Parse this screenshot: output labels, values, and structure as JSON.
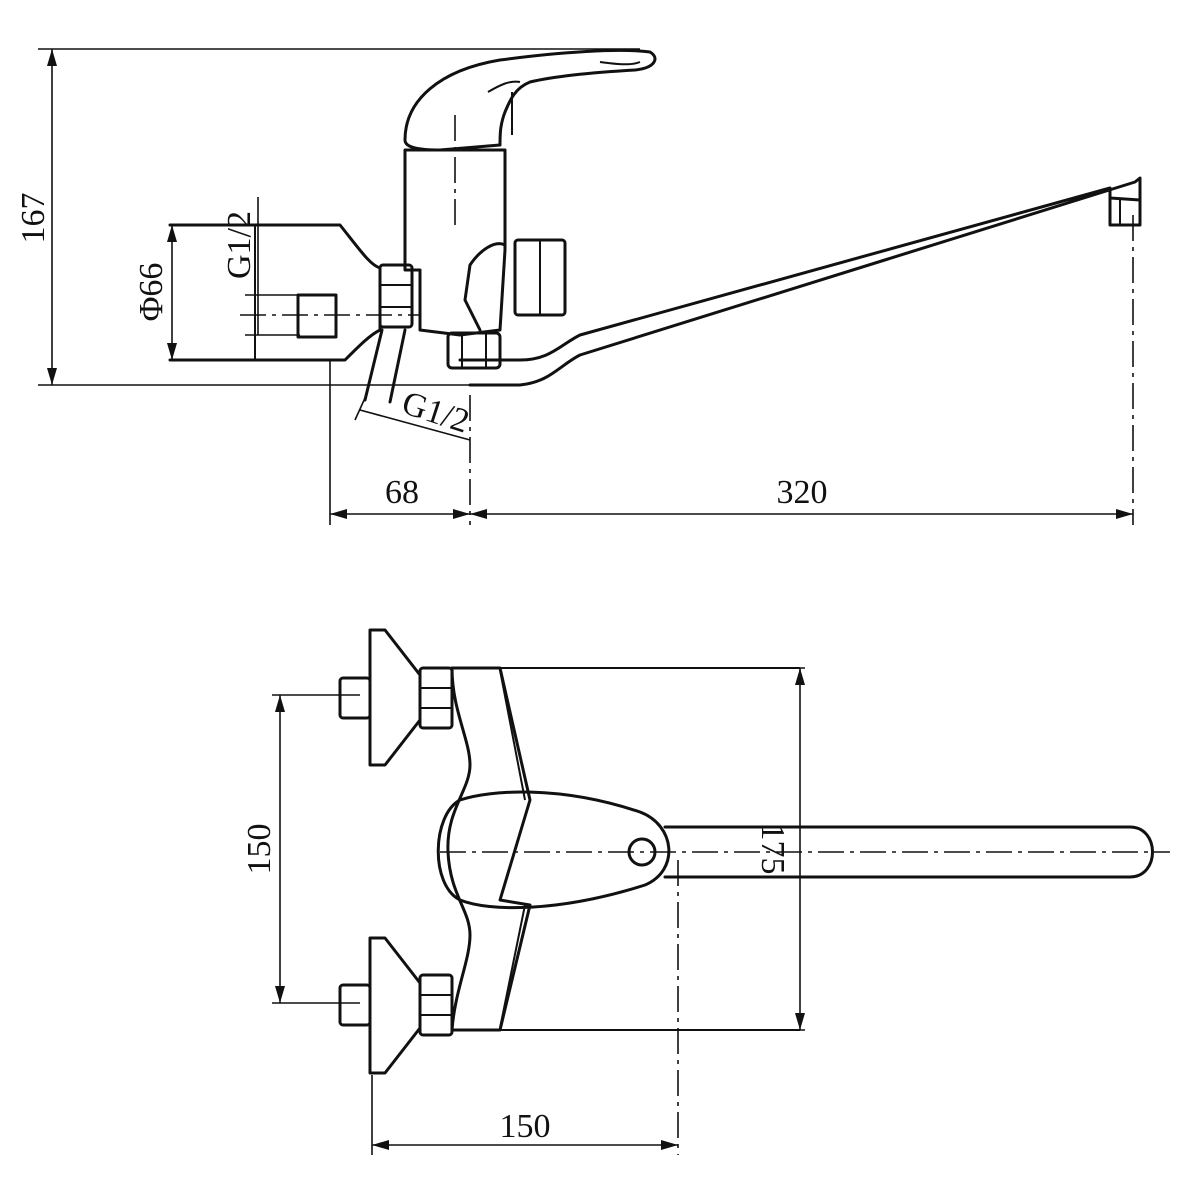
{
  "side_view": {
    "dim_height": "167",
    "dim_diameter": "Φ66",
    "dim_inlet_thread": "G1/2",
    "dim_outlet_thread": "G1/2",
    "dim_body_offset": "68",
    "dim_spout_reach": "320"
  },
  "top_view": {
    "dim_inlet_spacing": "150",
    "dim_depth": "175",
    "dim_width": "150"
  }
}
